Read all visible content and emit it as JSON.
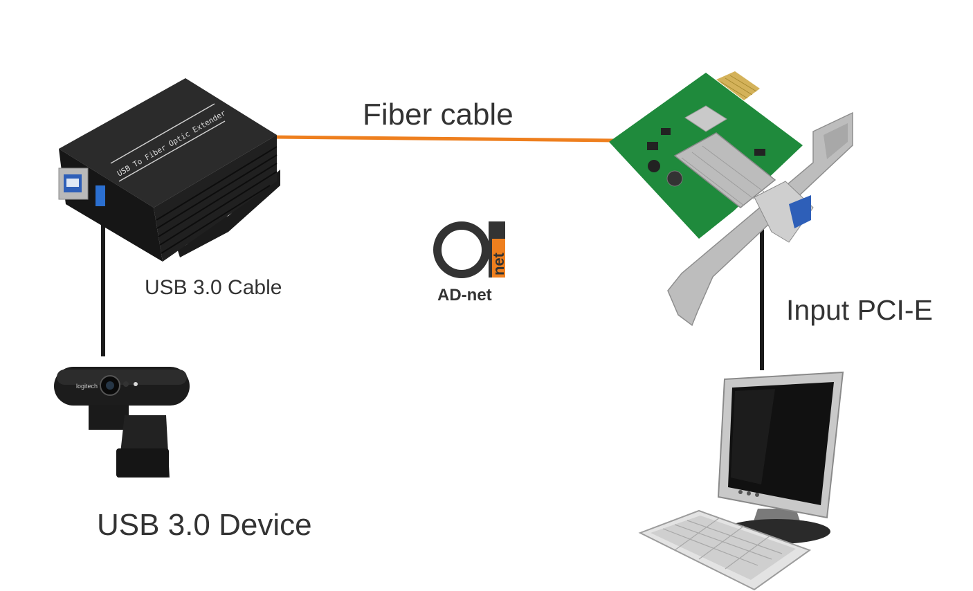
{
  "labels": {
    "fiber_cable": "Fiber cable",
    "usb_cable": "USB 3.0 Cable",
    "usb_device": "USB 3.0 Device",
    "input_pcie": "Input PCI-E"
  },
  "logo": {
    "name": "AD-net",
    "tag": "net"
  },
  "extender": {
    "print": "USB To Fiber Optic Extender"
  },
  "webcam": {
    "brand": "logitech"
  },
  "colors": {
    "fiber": "#ee7f1e",
    "usb_cable": "#1a1a1a",
    "logo_dark": "#333333",
    "logo_accent": "#ee7f1e",
    "pcb_green": "#1f8a3c"
  }
}
